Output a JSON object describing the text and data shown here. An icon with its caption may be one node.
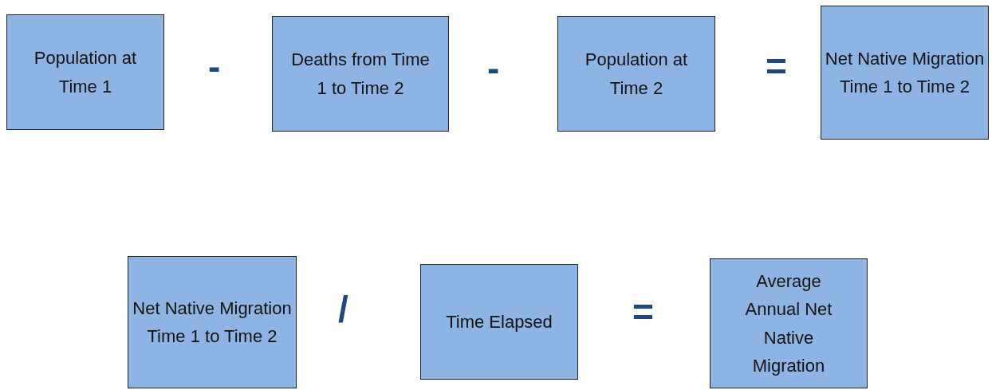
{
  "diagram": {
    "nodes": [
      {
        "text": [
          "Population at Time 1"
        ]
      },
      {
        "text": [
          "Deaths from Time 1 to Time 2"
        ]
      },
      {
        "text": [
          "Population at Time 2"
        ]
      },
      {
        "text": [
          "Net Native Migration Time 1 to Time 2"
        ]
      },
      {
        "text": [
          "Net Native Migration Time 1 to Time 2"
        ]
      },
      {
        "text": [
          "Time Elapsed"
        ]
      },
      {
        "text": [
          "Average Annual Net Native Migration"
        ]
      }
    ],
    "labels": [
      "-",
      "-",
      "=",
      "/",
      "="
    ]
  }
}
